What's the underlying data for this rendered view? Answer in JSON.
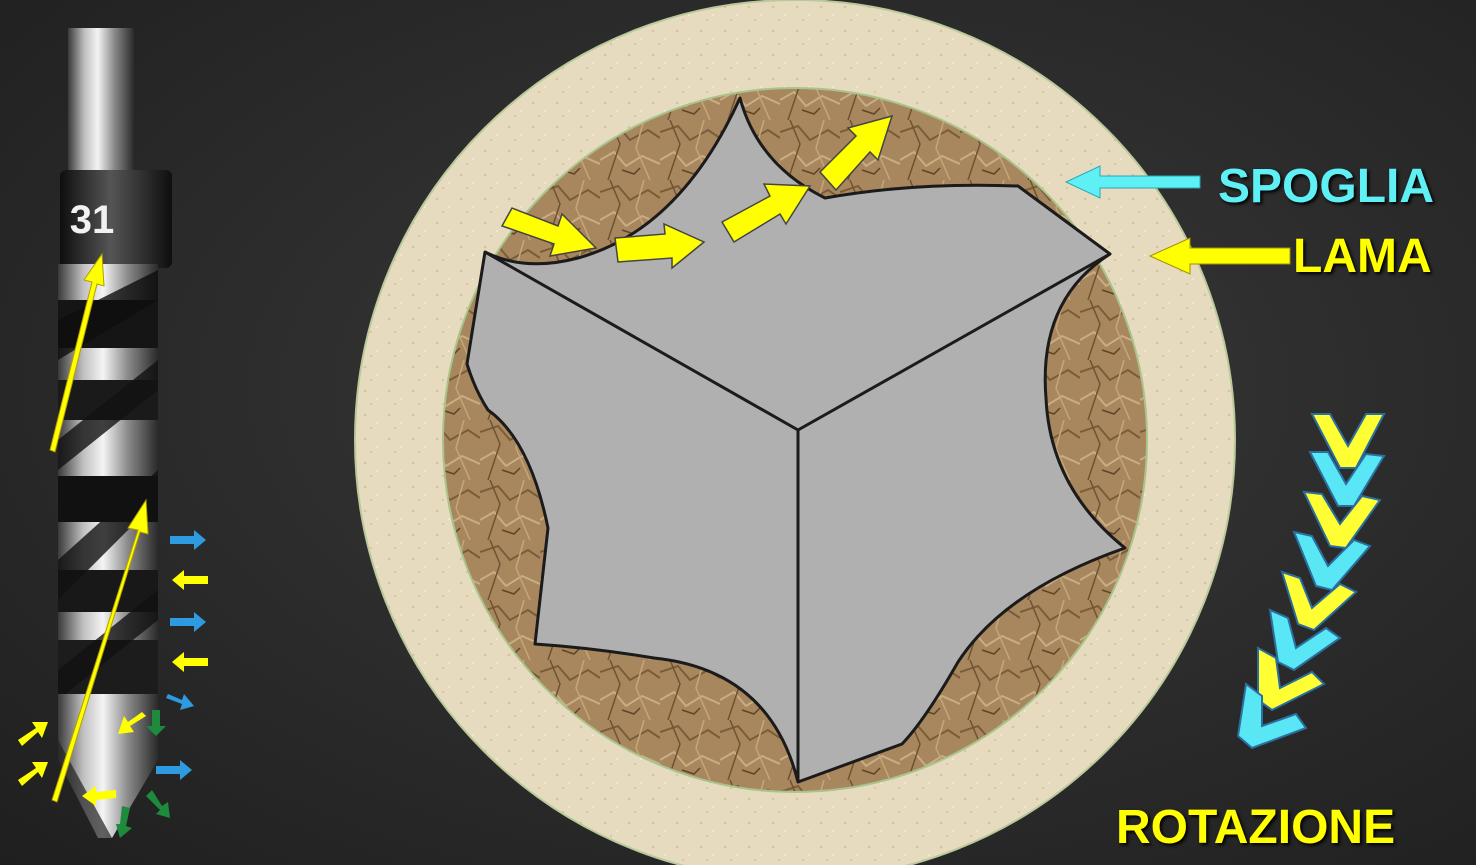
{
  "labels": {
    "spoglia": "SPOGLIA",
    "lama": "LAMA",
    "rotazione": "ROTAZIONE"
  },
  "drill": {
    "number": "31"
  },
  "colors": {
    "background": "#2b2b2b",
    "spoglia": "#5ff0f5",
    "lama": "#ffff00",
    "rotation_cyan": "#59e6f5",
    "rotation_yellow": "#ffff33",
    "arrow_blue": "#2e9be0",
    "arrow_green": "#1e8a3c",
    "ring": "#e8dcc0",
    "wood": "#a8875e",
    "blade": "#b0b0b0"
  }
}
